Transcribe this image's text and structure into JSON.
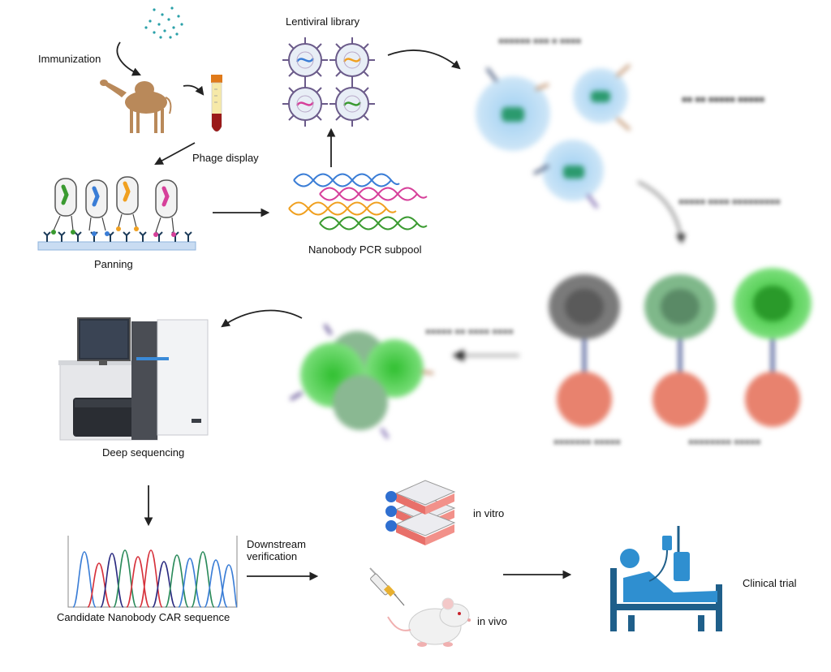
{
  "labels": {
    "immunization": "Immunization",
    "lentiviral_library": "Lentiviral library",
    "phage_display": "Phage display",
    "panning": "Panning",
    "nanobody_pcr_subpool": "Nanobody PCR subpool",
    "deep_sequencing": "Deep sequencing",
    "candidate_sequence": "Candidate Nanobody CAR sequence",
    "downstream_verification": "Downstream\nverification",
    "in_vitro": "in vitro",
    "in_vivo": "in vivo",
    "clinical_trial": "Clinical trial"
  },
  "colors": {
    "arrow": "#222222",
    "camel": "#b9895a",
    "dna_blue": "#3a7dd6",
    "dna_pink": "#d6409a",
    "dna_orange": "#f0a020",
    "dna_green": "#3a9a30",
    "panel_blue": "#5b8fc8",
    "gfp_green": "#46c846",
    "cell_red": "#e8826e",
    "flask_red": "#e8706a",
    "clinical_blue": "#2f8fd0",
    "dark_blue": "#1d3c5a"
  },
  "icons": [
    "camel-icon",
    "antigen-dots-icon",
    "phage-tube-icon",
    "phage-particle-icon",
    "lentivirus-icon",
    "dna-strand-icon",
    "car-t-cell-icon",
    "target-cell-icon",
    "sequencer-icon",
    "chromatogram-icon",
    "cell-flask-icon",
    "mouse-icon",
    "syringe-icon",
    "hospital-bed-icon"
  ]
}
